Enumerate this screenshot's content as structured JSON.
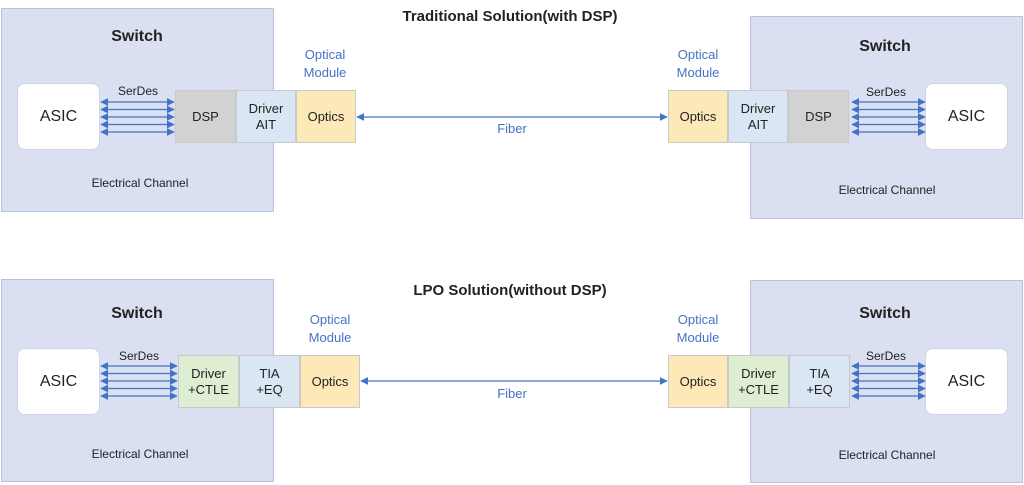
{
  "top": {
    "title": "Traditional Solution(with DSP)",
    "left": {
      "switch_label": "Switch",
      "asic_label": "ASIC",
      "serdes_label": "SerDes",
      "channel_label": "Electrical Channel",
      "module_label": "Optical\nModule",
      "blocks": [
        "DSP",
        "Driver\nAIT",
        "Optics"
      ]
    },
    "right": {
      "switch_label": "Switch",
      "asic_label": "ASIC",
      "serdes_label": "SerDes",
      "channel_label": "Electrical Channel",
      "module_label": "Optical\nModule",
      "blocks": [
        "Optics",
        "Driver\nAIT",
        "DSP"
      ]
    },
    "fiber_label": "Fiber"
  },
  "bottom": {
    "title": "LPO Solution(without DSP)",
    "left": {
      "switch_label": "Switch",
      "asic_label": "ASIC",
      "serdes_label": "SerDes",
      "channel_label": "Electrical Channel",
      "module_label": "Optical\nModule",
      "blocks": [
        "Driver\n+CTLE",
        "TIA\n+EQ",
        "Optics"
      ]
    },
    "right": {
      "switch_label": "Switch",
      "asic_label": "ASIC",
      "serdes_label": "SerDes",
      "channel_label": "Electrical Channel",
      "module_label": "Optical\nModule",
      "blocks": [
        "Optics",
        "Driver\n+CTLE",
        "TIA\n+EQ"
      ]
    },
    "fiber_label": "Fiber"
  },
  "colors": {
    "panel": "#dae0f2",
    "dsp": "#d2d2d2",
    "driver": "#dbe6f4",
    "optics": "#fde9b8",
    "driver_ctle": "#ddeed3",
    "link": "#4472c4"
  }
}
